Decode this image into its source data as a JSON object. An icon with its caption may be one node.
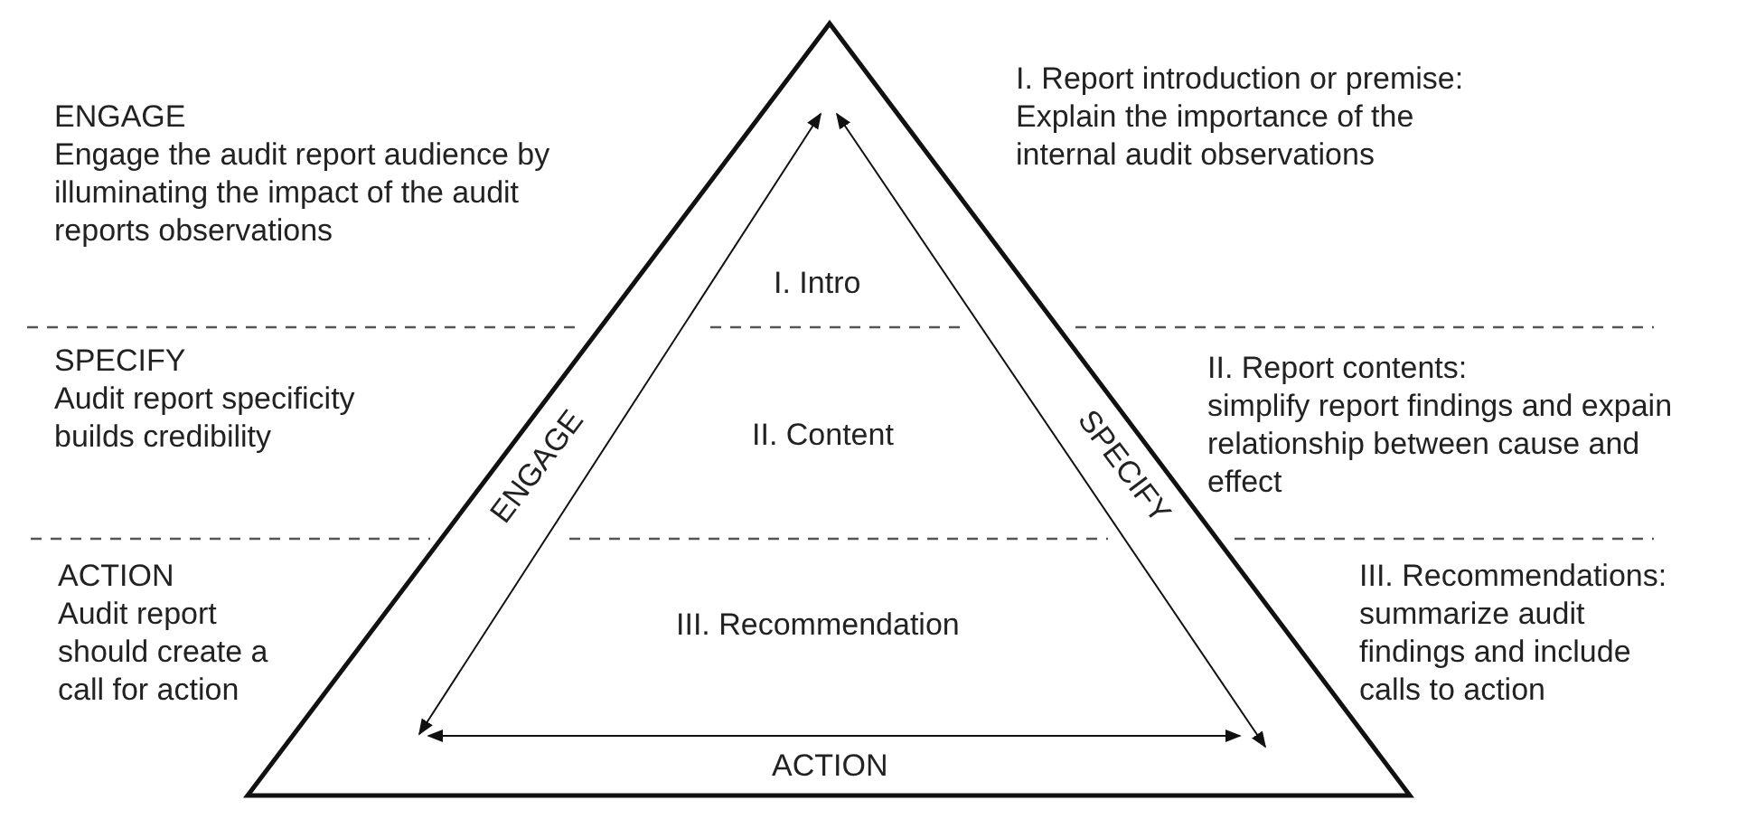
{
  "diagram": {
    "labels": [
      "ENGAGE",
      "Engage the audit report audience by illuminating the impact of the audit reports observations",
      "I. Report introduction or premise:",
      "Explain the importance of the internal audit observations",
      "I. Intro",
      "SPECIFY",
      "Audit report specificity builds credibility",
      "II. Content",
      "II. Report contents:",
      "simplify report findings and expain relationship between cause and effect",
      "ENGAGE",
      "SPECIFY",
      "ACTION",
      "Audit report should create a call for action",
      "III. Recommendation",
      "III. Recommendations:",
      "summarize audit findings and include calls to action",
      "ACTION"
    ]
  }
}
